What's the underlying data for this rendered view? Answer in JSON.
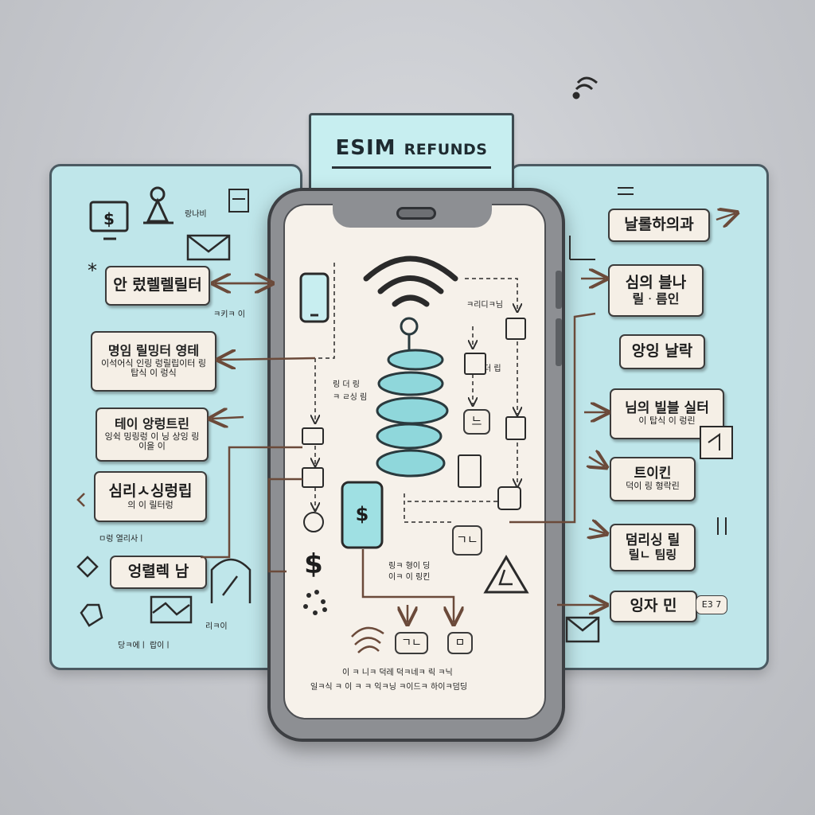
{
  "title": {
    "main": "ESIM",
    "sub": "REFUNDS"
  },
  "left_callouts": [
    {
      "main": "안 렀렐렐릴터",
      "sub": ""
    },
    {
      "main": "명임 릴밍터 영테",
      "sub": "이석어식 인링 렁릴립이터 링탑식 이 렁식"
    },
    {
      "main": "테이 앙렁트린",
      "sub": "잉쉭 밍링렁 이 닝 상잉 링이을 이"
    },
    {
      "main": "심리ㅅ싱렁립",
      "sub": "의 이 릴터렁"
    },
    {
      "main": "엉렬렉 남",
      "sub": ""
    }
  ],
  "right_callouts": [
    {
      "main": "날롤하의과",
      "sub": ""
    },
    {
      "main": "심의 블나",
      "sub": "릴ᆞ름인"
    },
    {
      "main": "앙잉 날락",
      "sub": ""
    },
    {
      "main": "님의 빌블 실터",
      "sub": "이 탑식 이 렁린"
    },
    {
      "main": "트이킨",
      "sub": "덕이 링 형락린"
    },
    {
      "main": "덤리싱 릴",
      "sub": "릴ㄴ 팀링"
    },
    {
      "main": "잉자 민",
      "sub": ""
    }
  ],
  "left_labels": [
    "랑나비",
    "ㅋ키ㅋ 이",
    "ㅁ렁 열리사ㅣ",
    "리ㅋ이",
    "당ㅋ에ㅣ  랍이ㅣ"
  ],
  "right_labels": [
    "E3 7"
  ],
  "screen_labels": [
    "ㅋ리디ㅋ님",
    "더 립",
    "링 더 링",
    "ㅋ ㄹ싱 림",
    "링ㅋ 형이 딩",
    "이ㅋ 이 링킨"
  ],
  "screen_footer": {
    "line1": "이 ㅋ 니ㅋ 덕레 덕ㅋ네ㅋ 릭 ㅋ닉",
    "line2": "일ㅋ식 ㅋ 이 ㅋ ㅋ 익ㅋ닝 ㅋ이드ㅋ 하이ㅋ덤딩"
  },
  "screen_boxes": [
    "ㅁ",
    "느",
    "ㅁ",
    "ㄱㄴ",
    "ㅁ"
  ],
  "colors": {
    "board": "#bfe6ea",
    "coil": "#8fd7db",
    "callout": "#f5efe6",
    "arrow": "#6b4a3a",
    "screen": "#f6f1ea"
  },
  "icons": [
    "wifi-icon",
    "coil-icon",
    "dollar-monitor-icon",
    "person-icon",
    "mail-icon",
    "phone-icon",
    "warning-icon",
    "fingerprint-icon",
    "dollar-phone-icon"
  ]
}
